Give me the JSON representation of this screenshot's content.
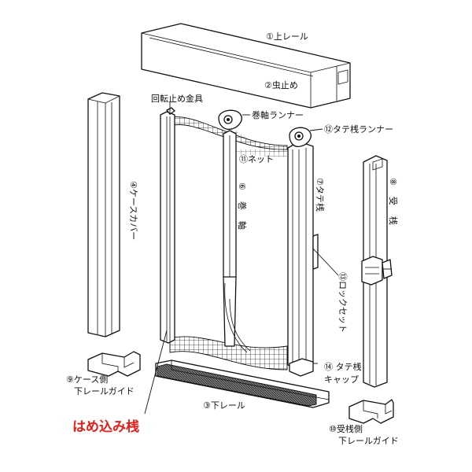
{
  "labels": {
    "upper_rail": "①上レール",
    "stopper": "②虫止め",
    "lower_rail": "③下レール",
    "case_cover": "④ケースカバー",
    "roll_shaft": "⑥巻軸",
    "vertical_bar": "⑦タテ桟",
    "receiving_bar": "⑧受桟",
    "case_side_guide_1": "⑨ケース側",
    "case_side_guide_2": "下レールガイド",
    "receiver_side_guide_1": "⑩受桟側",
    "receiver_side_guide_2": "下レールガイド",
    "net": "⑪ネット",
    "vertical_runner": "⑫タテ桟ランナー",
    "lock_set": "⑬ロックセット",
    "vertical_cap_1": "⑭ タテ桟",
    "vertical_cap_2": "キャップ",
    "anti_rotation": "回転止め金具",
    "shaft_runner": "巻軸ランナー",
    "fitting_bar": "はめ込み桟"
  },
  "colors": {
    "highlight": "#e0201a",
    "line": "#111111",
    "rail_brush": "#555555"
  }
}
